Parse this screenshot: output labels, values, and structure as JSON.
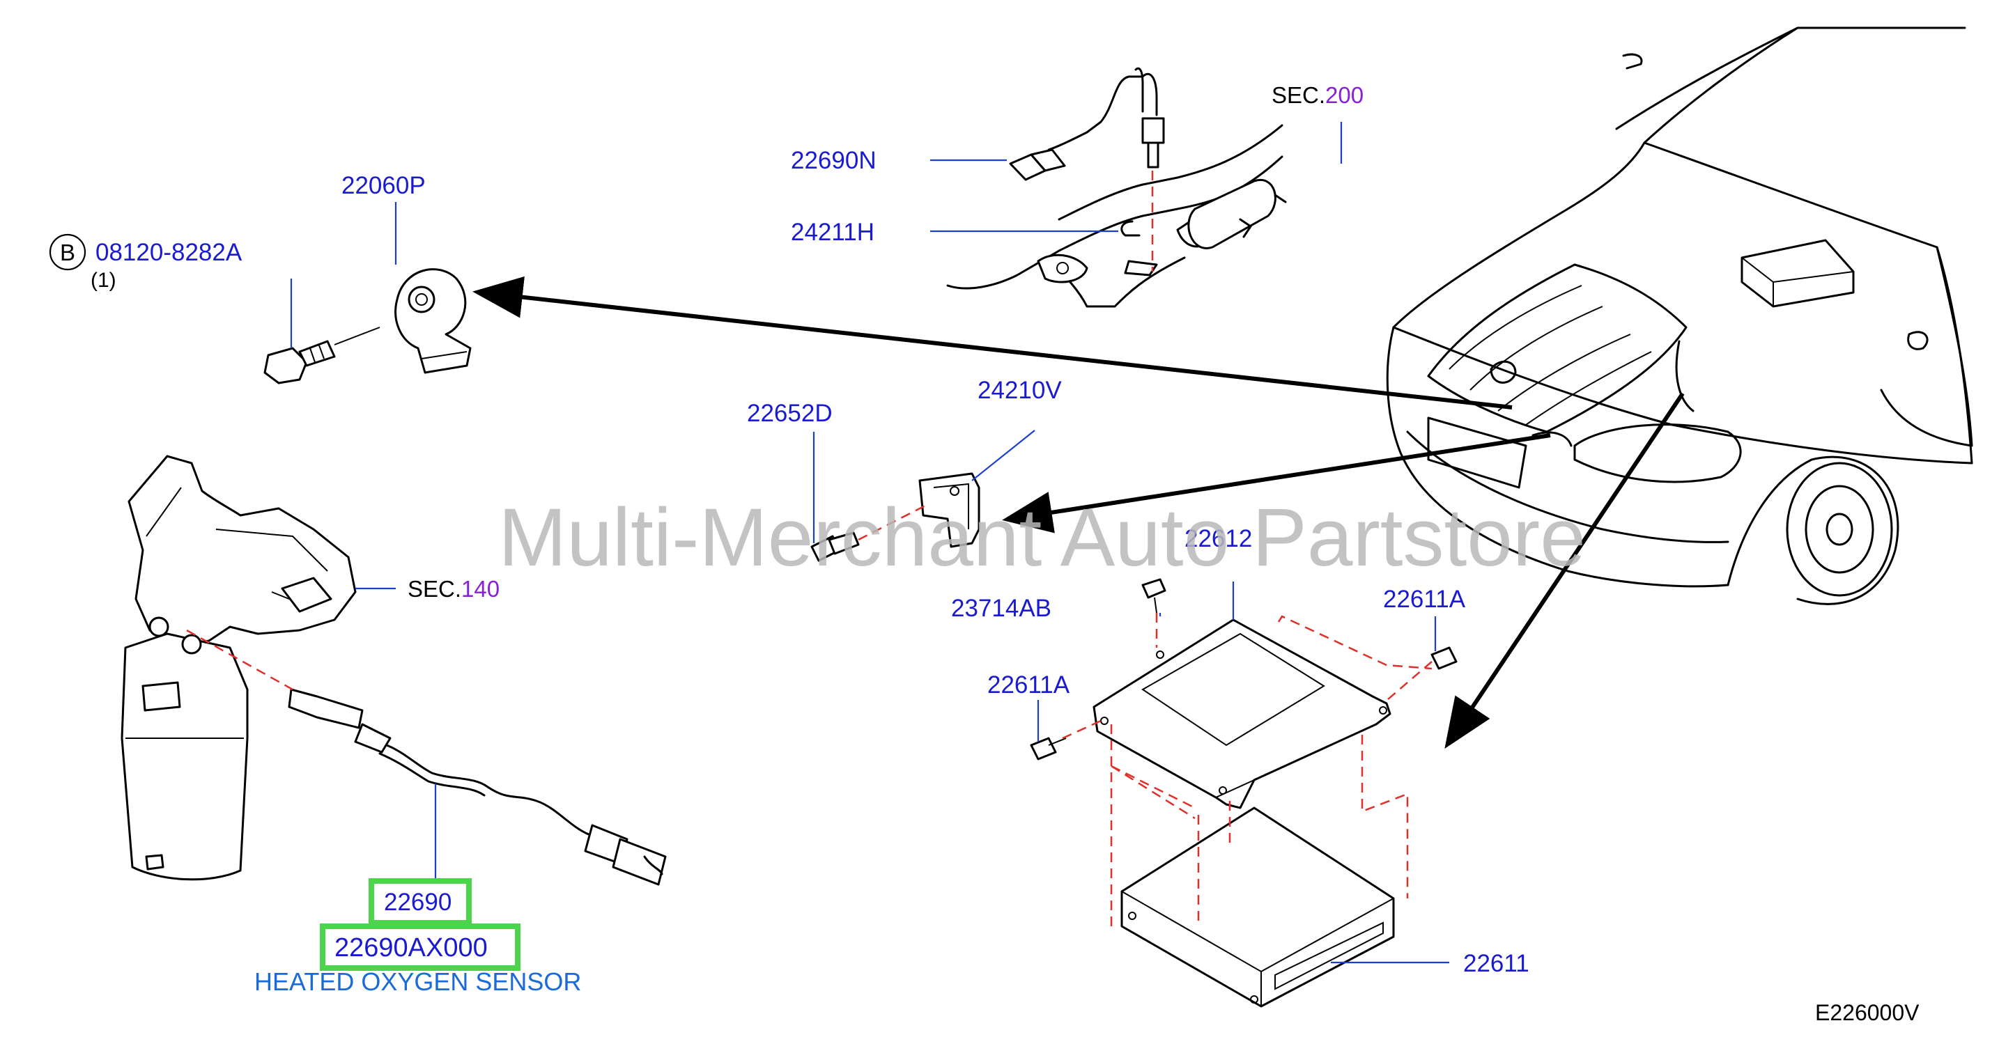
{
  "watermark": "Multi-Merchant Auto Partstore",
  "diagram_code": "E226000V",
  "labels": {
    "p22060P": "22060P",
    "p08120": "08120-8282A",
    "bolt_badge": "B",
    "bolt_qty": "(1)",
    "p22690N": "22690N",
    "p24211H": "24211H",
    "sec200_prefix": "SEC.",
    "sec200_num": "200",
    "p22652D": "22652D",
    "p24210V": "24210V",
    "sec140_prefix": "SEC.",
    "sec140_num": "140",
    "p22612": "22612",
    "p23714AB": "23714AB",
    "p22611A_right": "22611A",
    "p22611A_left": "22611A",
    "p22611": "22611",
    "p22690": "22690",
    "p22690AX000": "22690AX000",
    "caption": "HEATED OXYGEN SENSOR"
  },
  "colors": {
    "part_number": "#1a1ad0",
    "section_number": "#8a1fd8",
    "highlight_box": "#4cd44c",
    "dash_line": "#e0302a",
    "caption": "#1a6ad8"
  }
}
